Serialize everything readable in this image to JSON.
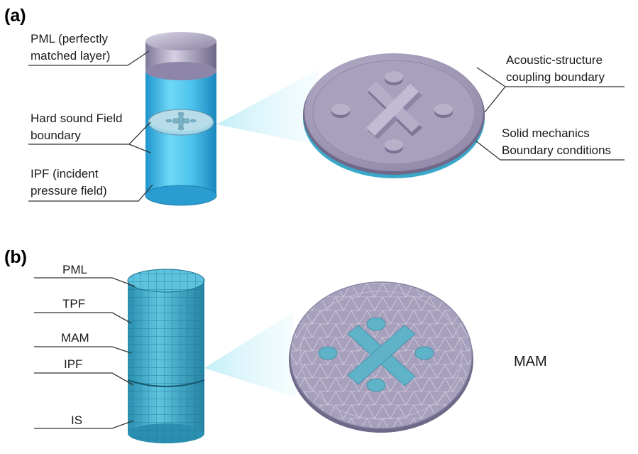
{
  "panel_a": {
    "tag": "(a)",
    "labels": {
      "pml": [
        "PML (perfectly",
        "matched layer)"
      ],
      "hard": [
        "Hard sound Field",
        "boundary"
      ],
      "ipf": [
        "IPF (incident",
        "pressure field)"
      ],
      "acoustic": [
        "Acoustic-structure",
        "coupling boundary"
      ],
      "solid": [
        "Solid mechanics",
        "Boundary conditions"
      ]
    }
  },
  "panel_b": {
    "tag": "(b)",
    "labels": {
      "pml": "PML",
      "tpf": "TPF",
      "mam": "MAM",
      "ipf": "IPF",
      "is": "IS",
      "disc_caption": "MAM"
    }
  },
  "colors": {
    "water": "#52c9ef",
    "water_dark": "#1c8fc4",
    "disc": "#a79fbc",
    "disc_dark": "#6f6889",
    "mesh": "#3da8c6",
    "mesh_line": "#1d6f8a",
    "beam": "#c9eef6"
  }
}
